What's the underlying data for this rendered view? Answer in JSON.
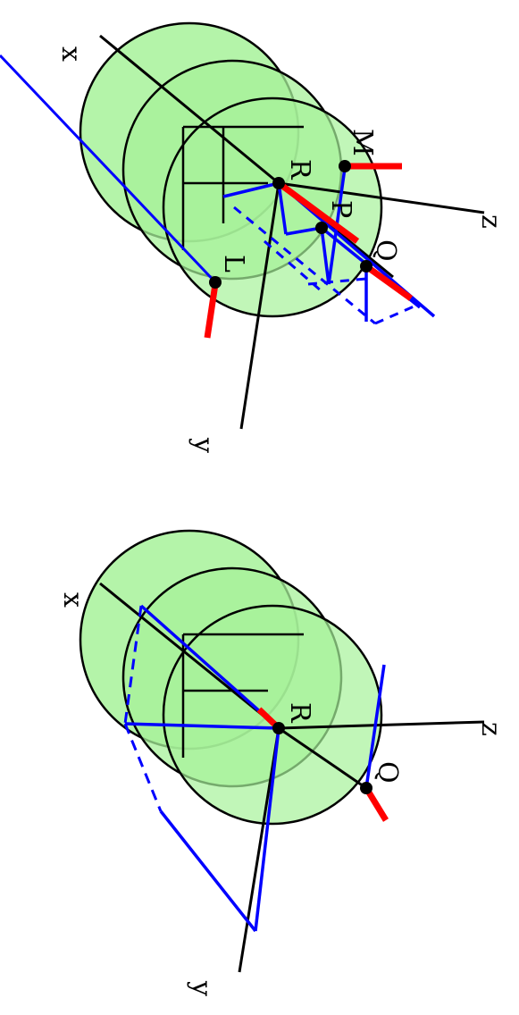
{
  "colors": {
    "sphere_fill": "#a7f29a",
    "sphere_stroke": "#000000",
    "axis": "#000000",
    "construction": "#0000ff",
    "tangent": "#ff0000",
    "point": "#000000"
  },
  "top_diagram": {
    "axis_labels": {
      "x": "x",
      "y": "y",
      "z": "z"
    },
    "points": {
      "R": "R",
      "P": "P",
      "M": "M",
      "Q": "Q",
      "L": "L"
    }
  },
  "bottom_diagram": {
    "axis_labels": {
      "x": "x",
      "y": "y",
      "z": "z"
    },
    "points": {
      "R": "R",
      "Q": "Q"
    }
  }
}
